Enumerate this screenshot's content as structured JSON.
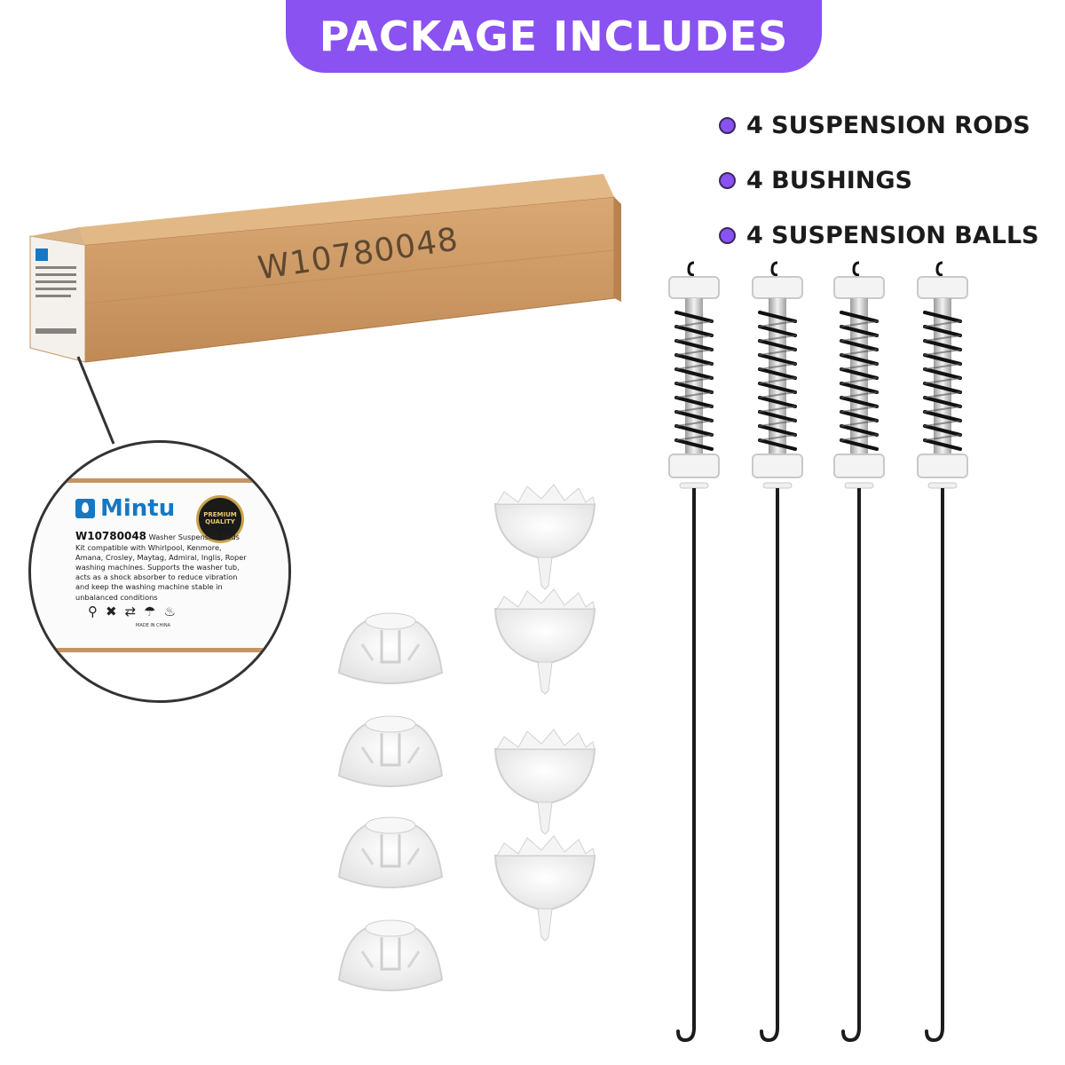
{
  "header": {
    "title": "PACKAGE INCLUDES"
  },
  "contents": [
    "4 SUSPENSION RODS",
    "4 BUSHINGS",
    "4 SUSPENSION BALLS"
  ],
  "box": {
    "part_code": "W10780048"
  },
  "label": {
    "brand": "Mintu",
    "badge": "PREMIUM QUALITY",
    "part_code": "W10780048",
    "description": "Washer Suspension Rods Kit compatible with Whirlpool, Kenmore, Amana, Crosley, Maytag, Admiral, Inglis, Roper washing machines. Supports the washer tub, acts as a shock absorber to reduce vibration and keep the washing machine stable in unbalanced conditions",
    "origin": "MADE IN CHINA",
    "handling_icons": [
      "fragile-glass-icon",
      "no-trash-icon",
      "compress-icon",
      "umbrella-icon",
      "flammable-icon"
    ]
  },
  "colors": {
    "accent": "#8a52f0",
    "cardboard": "#c9935f",
    "brand": "#1478c6"
  }
}
